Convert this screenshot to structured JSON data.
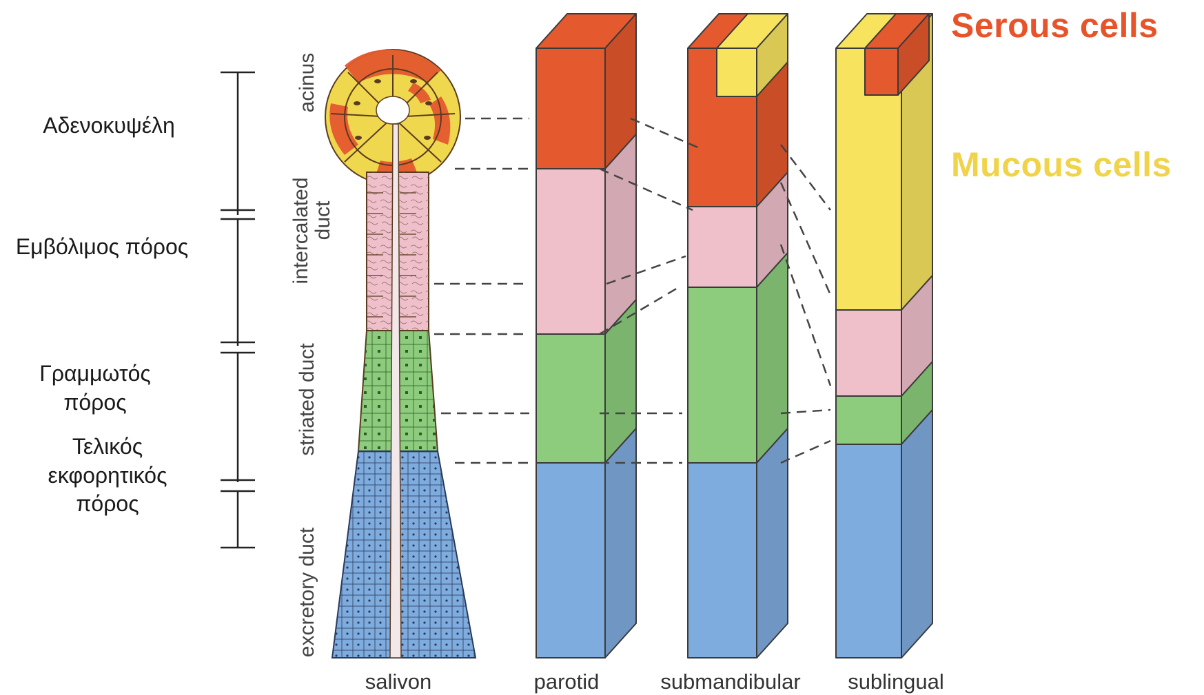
{
  "greek_labels": {
    "acinus": "Αδενοκυψέλη",
    "intercalated": "Εμβόλιμος  πόρος",
    "striated": "Γραμμωτός  πόρος",
    "excretory_l1": "Τελικός",
    "excretory_l2": "εκφορητικός",
    "excretory_l3": "πόρος"
  },
  "vertical_labels": {
    "acinus": "acinus",
    "intercalated_1": "intercalated",
    "intercalated_2": "duct",
    "striated": "striated duct",
    "excretory": "excretory duct"
  },
  "bottom_labels": {
    "salivon": "salivon",
    "parotid": "parotid",
    "submandibular": "submandibular",
    "sublingual": "sublingual"
  },
  "legend": {
    "serous": "Serous cells",
    "mucous": "Mucous cells"
  },
  "colors": {
    "serous": "#e4592e",
    "mucous": "#f7e35e",
    "intercalated": "#efbfca",
    "striated": "#8ccc7c",
    "excretory": "#7facde",
    "legend_serous": "#e8542a",
    "legend_mucous": "#f1d34a"
  }
}
